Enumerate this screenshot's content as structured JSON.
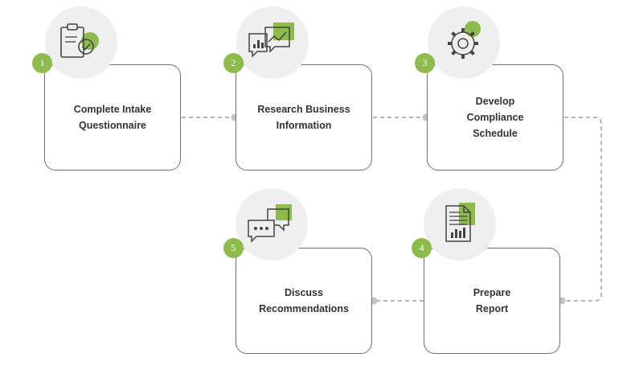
{
  "colors": {
    "accent": "#8dbb4c",
    "border": "#6f6f6f",
    "icon_bg": "#efefef",
    "connector": "#8a8a8a"
  },
  "steps": [
    {
      "number": "1",
      "line1": "Complete Intake",
      "line2": "Questionnaire",
      "line3": "",
      "icon": "clipboard-check-icon"
    },
    {
      "number": "2",
      "line1": "Research Business",
      "line2": "Information",
      "line3": "",
      "icon": "chat-chart-icon"
    },
    {
      "number": "3",
      "line1": "Develop",
      "line2": "Compliance",
      "line3": "Schedule",
      "icon": "gear-icon"
    },
    {
      "number": "4",
      "line1": "Prepare",
      "line2": "Report",
      "line3": "",
      "icon": "report-document-icon"
    },
    {
      "number": "5",
      "line1": "Discuss",
      "line2": "Recommendations",
      "line3": "",
      "icon": "chat-bubbles-icon"
    }
  ]
}
